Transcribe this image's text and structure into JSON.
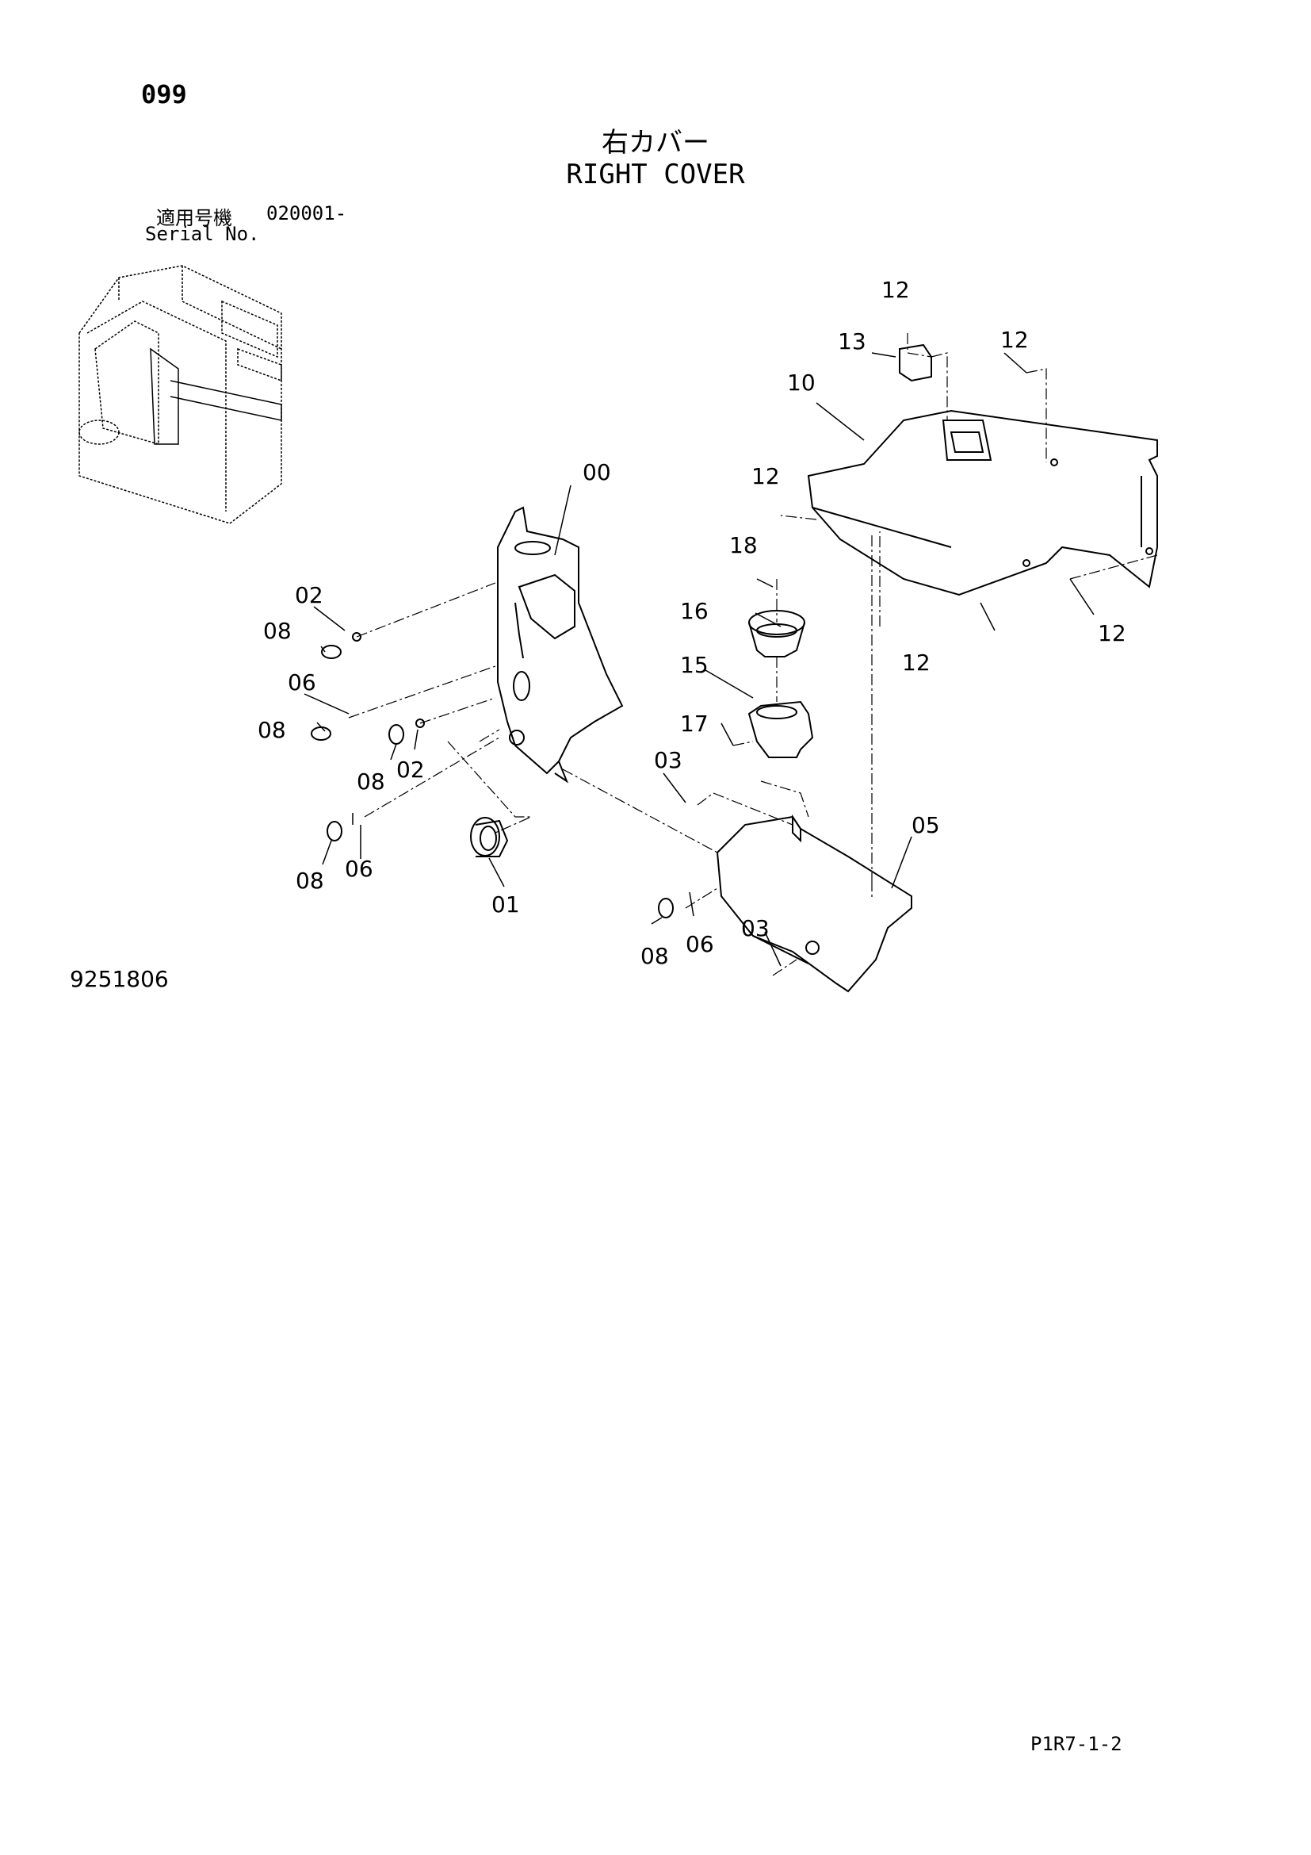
{
  "header": {
    "page_number": "099",
    "title_jp": "右カバー",
    "title_en": "RIGHT COVER",
    "serial_label_jp": "適用号機",
    "serial_value": "020001-",
    "serial_label_en": "Serial No."
  },
  "footer": {
    "drawing_number": "9251806",
    "page_reference": "P1R7-1-2"
  },
  "callouts": {
    "c00": "00",
    "c01": "01",
    "c02a": "02",
    "c02b": "02",
    "c03a": "03",
    "c03b": "03",
    "c05": "05",
    "c06a": "06",
    "c06b": "06",
    "c06c": "06",
    "c08a": "08",
    "c08b": "08",
    "c08c": "08",
    "c08d": "08",
    "c08e": "08",
    "c10": "10",
    "c12a": "12",
    "c12b": "12",
    "c12c": "12",
    "c12d": "12",
    "c12e": "12",
    "c13": "13",
    "c15": "15",
    "c16": "16",
    "c17": "17",
    "c18": "18"
  }
}
